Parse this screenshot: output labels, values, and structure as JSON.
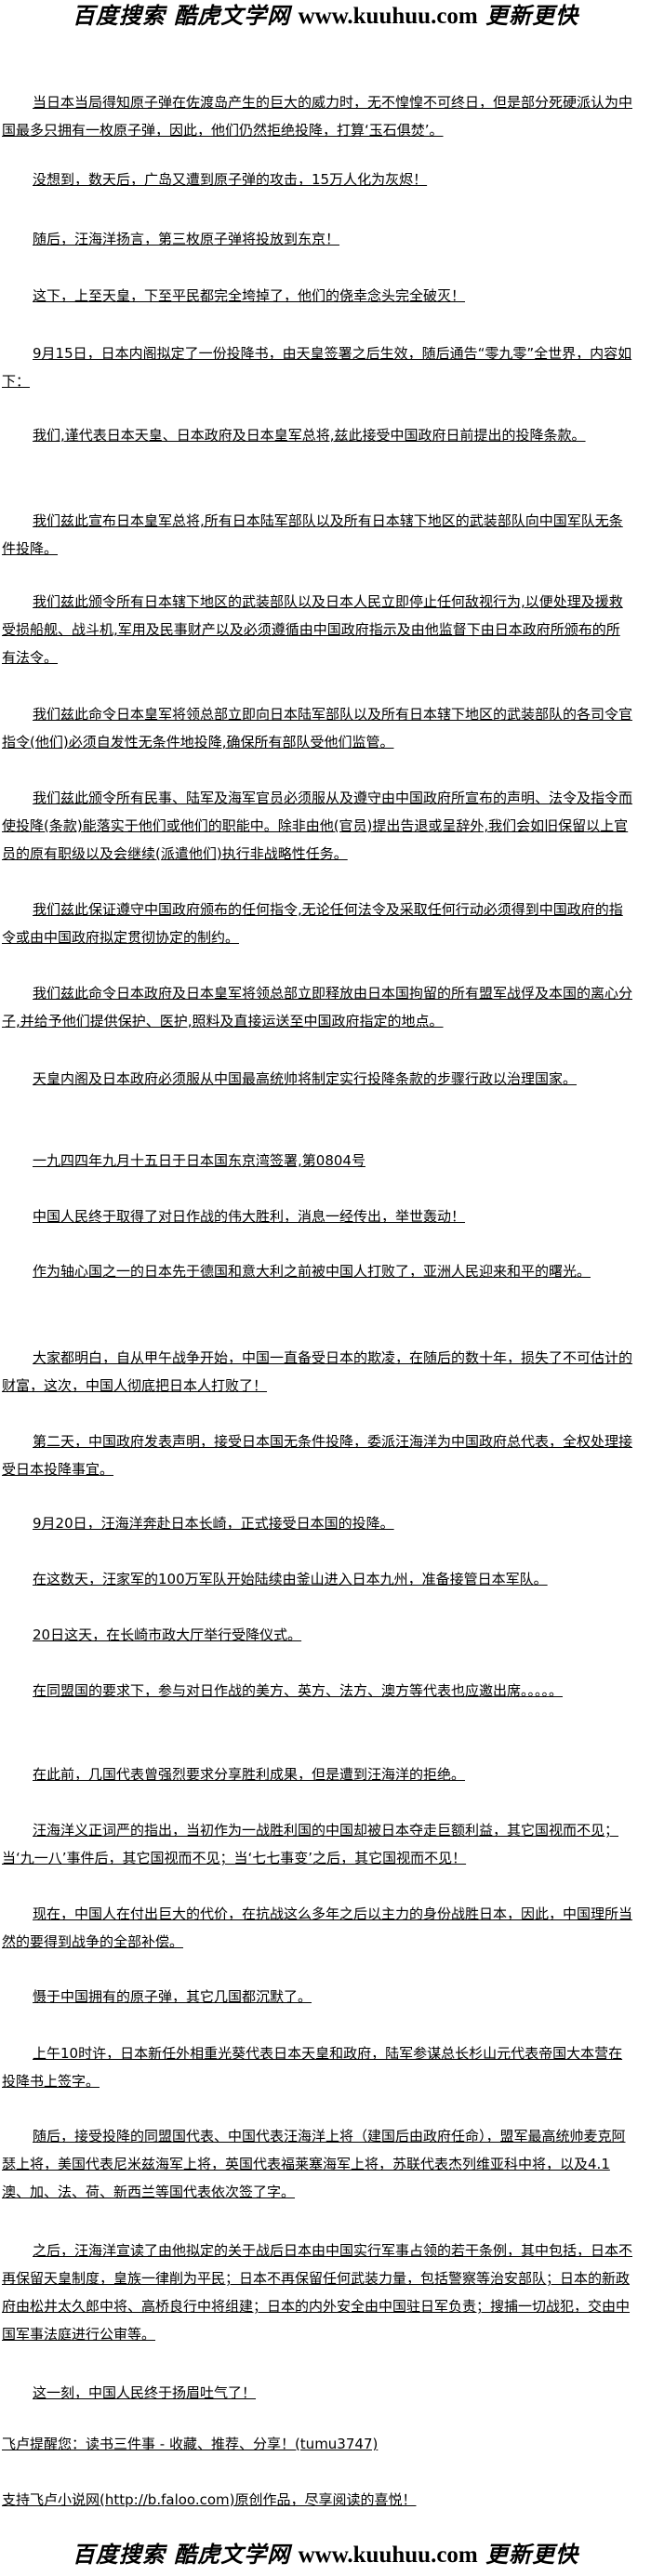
{
  "banner": {
    "left": "百度搜索 酷虎文学网",
    "url": "www.kuuhuu.com",
    "right": "更新更快"
  },
  "paragraphs": [
    "当日本当局得知原子弹在佐渡岛产生的巨大的威力时，无不惶惶不可终日，但是部分死硬派认为中国最多只拥有一枚原子弹，因此，他们仍然拒绝投降，打算‘玉石俱焚’。",
    "没想到，数天后，广岛又遭到原子弹的攻击，15万人化为灰烬！",
    "随后，汪海洋扬言，第三枚原子弹将投放到东京！",
    "这下，上至天皇，下至平民都完全垮掉了，他们的侥幸念头完全破灭！",
    "9月15日，日本内阁拟定了一份投降书，由天皇签署之后生效，随后通告“零九零”全世界，内容如下：",
    "我们,谨代表日本天皇、日本政府及日本皇军总将,兹此接受中国政府日前提出的投降条款。",
    "我们兹此宣布日本皇军总将,所有日本陆军部队以及所有日本辖下地区的武装部队向中国军队无条件投降。",
    "我们兹此颁令所有日本辖下地区的武装部队以及日本人民立即停止任何敌视行为,以便处理及援救受损船舰、战斗机,军用及民事财产以及必须遵循由中国政府指示及由他监督下由日本政府所颁布的所有法令。",
    "我们兹此命令日本皇军将领总部立即向日本陆军部队以及所有日本辖下地区的武装部队的各司令官指令(他们)必须自发性无条件地投降,确保所有部队受他们监管。",
    "我们兹此颁令所有民事、陆军及海军官员必须服从及遵守由中国政府所宣布的声明、法令及指令而使投降(条款)能落实于他们或他们的职能中。除非由他(官员)提出告退或呈辞外,我们会如旧保留以上官员的原有职级以及会继续(派遣他们)执行非战略性任务。",
    "我们兹此保证遵守中国政府颁布的任何指令,无论任何法令及采取任何行动必须得到中国政府的指令或由中国政府拟定贯彻协定的制约。",
    "我们兹此命令日本政府及日本皇军将领总部立即释放由日本国拘留的所有盟军战俘及本国的离心分子,并给予他们提供保护、医护,照料及直接运送至中国政府指定的地点。",
    "天皇内阁及日本政府必须服从中国最高统帅将制定实行投降条款的步骤行政以治理国家。",
    "一九四四年九月十五日于日本国东京湾签署,第0804号",
    "中国人民终于取得了对日作战的伟大胜利，消息一经传出，举世轰动！",
    "作为轴心国之一的日本先于德国和意大利之前被中国人打败了，亚洲人民迎来和平的曙光。",
    "大家都明白，自从甲午战争开始，中国一直备受日本的欺凌，在随后的数十年，损失了不可估计的财富，这次，中国人彻底把日本人打败了！",
    "第二天，中国政府发表声明，接受日本国无条件投降，委派汪海洋为中国政府总代表，全权处理接受日本投降事宜。",
    "9月20日，汪海洋奔赴日本长崎，正式接受日本国的投降。",
    "在这数天，汪家军的100万军队开始陆续由釜山进入日本九州，准备接管日本军队。",
    "20日这天，在长崎市政大厅举行受降仪式。",
    "在同盟国的要求下，参与对日作战的美方、英方、法方、澳方等代表也应邀出席。。。。。",
    "在此前，几国代表曾强烈要求分享胜利成果，但是遭到汪海洋的拒绝。",
    "汪海洋义正词严的指出，当初作为一战胜利国的中国却被日本夺走巨额利益，其它国视而不见；当‘九一八’事件后，其它国视而不见；当‘七七事变’之后，其它国视而不见！",
    "现在，中国人在付出巨大的代价，在抗战这么多年之后以主力的身份战胜日本，因此，中国理所当然的要得到战争的全部补偿。",
    "慑于中国拥有的原子弹，其它几国都沉默了。",
    "上午10时许，日本新任外相重光葵代表日本天皇和政府，陆军参谋总长杉山元代表帝国大本营在投降书上签字。",
    "随后，接受投降的同盟国代表、中国代表汪海洋上将（建国后由政府任命），盟军最高统帅麦克阿瑟上将，美国代表尼米兹海军上将，英国代表福莱塞海军上将，苏联代表杰列维亚科中将，以及4.1澳、加、法、荷、新西兰等国代表依次签了字。",
    "之后，汪海洋宣读了由他拟定的关于战后日本由中国实行军事占领的若干条例，其中包括，日本不再保留天皇制度，皇族一律削为平民；日本不再保留任何武装力量，包括警察等治安部队；日本的新政府由松井太久郎中将、高桥良行中将组建；日本的内外安全由中国驻日军负责；搜捕一切战犯，交由中国军事法庭进行公审等。",
    "这一刻，中国人民终于扬眉吐气了！"
  ],
  "footer": {
    "reminder": "飞卢提醒您：读书三件事 - 收藏、推荐、分享！(tumu3747)",
    "support": "支持飞卢小说网(http://b.faloo.com)原创作品，尽享阅读的喜悦！"
  }
}
